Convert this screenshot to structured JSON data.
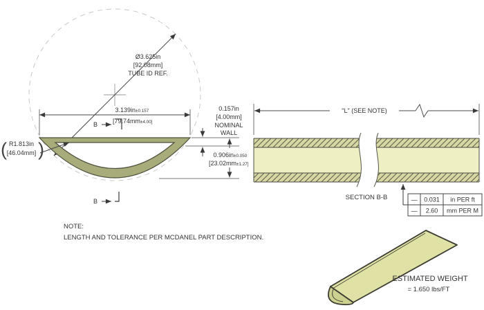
{
  "cross_section": {
    "diameter_label": {
      "line1": "Ø3.625in",
      "line2": "[92.08mm]",
      "line3": "TUBE ID REF."
    },
    "width_dim": {
      "value": "3.139in",
      "tol": "±0.157",
      "mm": "[79.74mm",
      "mm_tol": "±4.00]"
    },
    "radius_label": {
      "open": "(",
      "line1": "R1.813in",
      "line2": "[46.04mm]",
      "close": ")"
    },
    "wall_dim": {
      "line1": "0.157in",
      "line2": "[4.00mm]",
      "line3": "NOMINAL",
      "line4": "WALL"
    },
    "depth_dim": {
      "value": "0.906in",
      "tol": "±0.050",
      "mm": "[23.02mm",
      "mm_tol": "±1.27]"
    },
    "section_letter": "B"
  },
  "side_view": {
    "length_label": "\"L\" (SEE NOTE)",
    "section_label": "SECTION B-B",
    "straightness_table": {
      "rows": [
        {
          "symbol": "—",
          "value": "0.031",
          "unit": "in PER ft"
        },
        {
          "symbol": "—",
          "value": "2.60",
          "unit": "mm PER M"
        }
      ]
    }
  },
  "note": {
    "title": "NOTE:",
    "body": "LENGTH AND TOLERANCE PER MCDANEL PART DESCRIPTION."
  },
  "iso_view": {
    "weight_title": "ESTIMATED WEIGHT",
    "weight_value": "= 1.650 lbs/FT"
  },
  "colors": {
    "ceramic_fill": "#a8ab7a",
    "tube_interior": "#eef0c3",
    "tube_band": "#d6d7a2",
    "iso_face": "#e0e1a5",
    "iso_cap": "#cdd08f",
    "outline": "#3f4036",
    "dim_line": "#4a4a4a",
    "circle_dash": "#c9c9c9"
  }
}
